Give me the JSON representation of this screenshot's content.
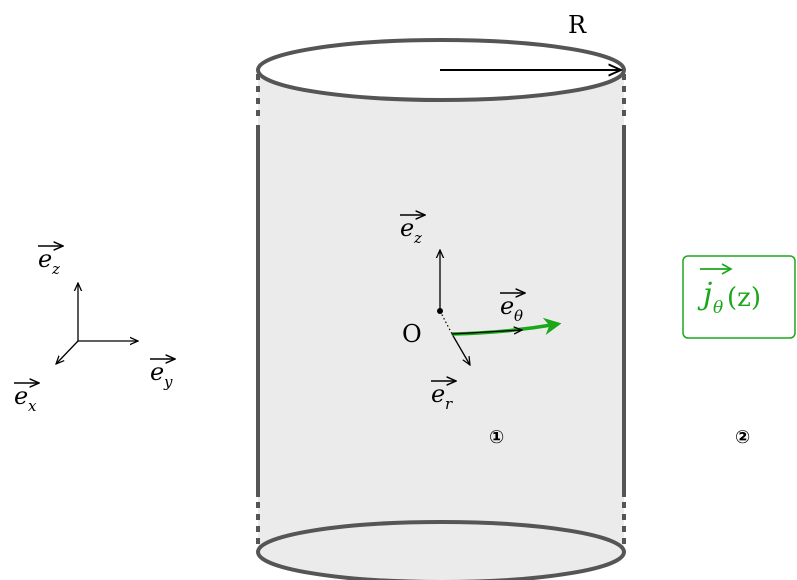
{
  "radius_label": "R",
  "origin_label": "O",
  "region_inside": "①",
  "region_outside": "②",
  "axes": {
    "ez": {
      "base": "e",
      "sub": "z"
    },
    "ey": {
      "base": "e",
      "sub": "y"
    },
    "ex": {
      "base": "e",
      "sub": "x"
    }
  },
  "local_vectors": {
    "ez": {
      "base": "e",
      "sub": "z"
    },
    "etheta": {
      "base": "e",
      "sub": "θ"
    },
    "er": {
      "base": "e",
      "sub": "r"
    }
  },
  "current_label": {
    "base": "j",
    "sub": "θ",
    "arg": "(z)"
  },
  "colors": {
    "cylinder_fill": "#ebebeb",
    "cylinder_stroke": "#555555",
    "current": "#1aa81a",
    "text": "#000000"
  }
}
